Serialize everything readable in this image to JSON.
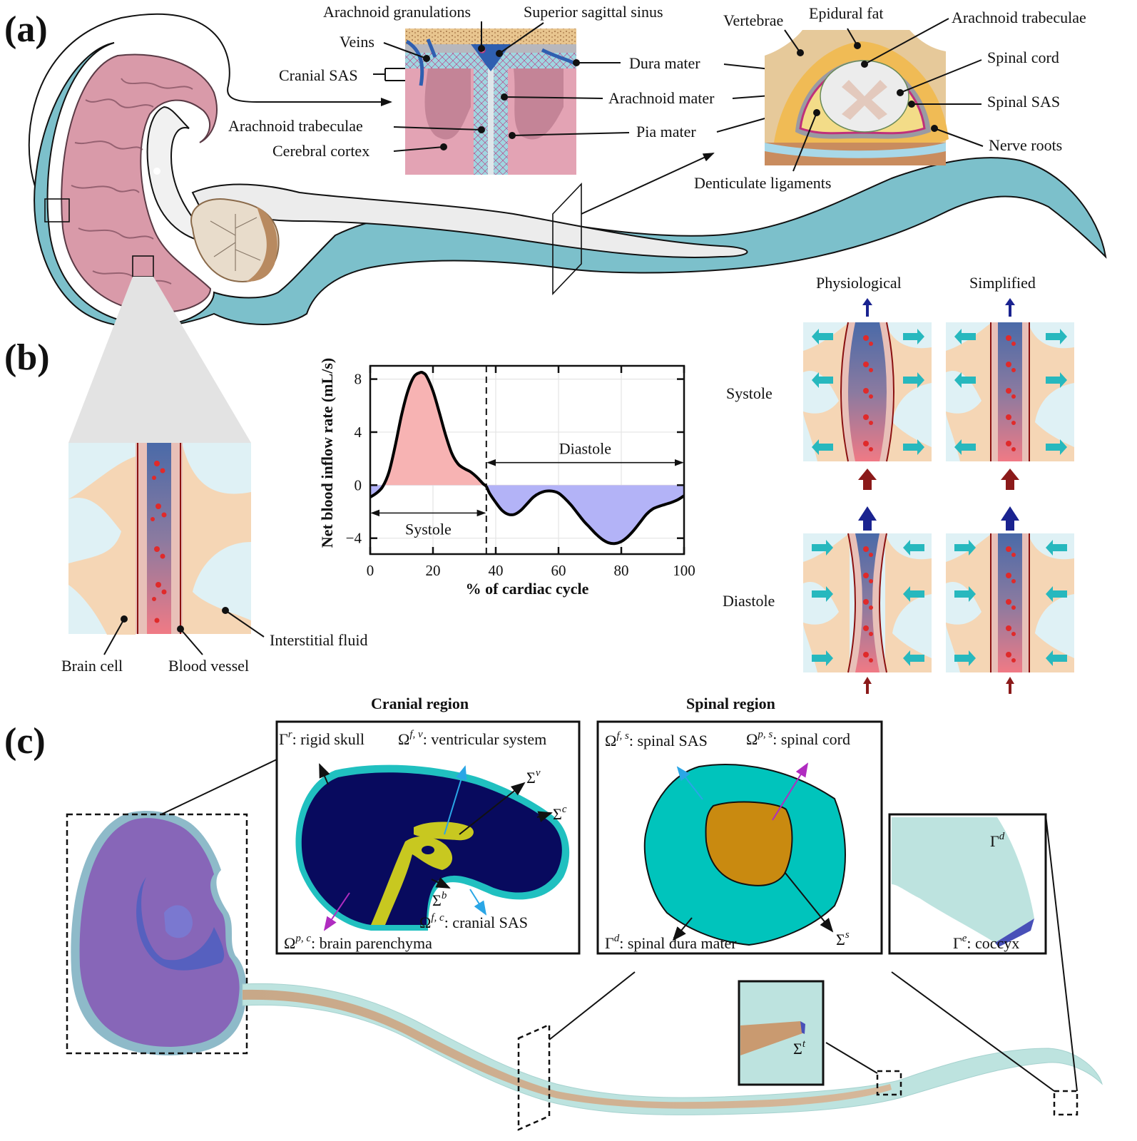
{
  "panels": {
    "a": "(a)",
    "b": "(b)",
    "c": "(c)"
  },
  "panel_a": {
    "cranial_inset_labels": {
      "arachnoid_granulations": "Arachnoid granulations",
      "superior_sagittal_sinus": "Superior sagittal sinus",
      "veins": "Veins",
      "cranial_sas": "Cranial SAS",
      "arachnoid_trabeculae": "Arachnoid trabeculae",
      "cerebral_cortex": "Cerebral cortex",
      "dura_mater": "Dura mater",
      "arachnoid_mater": "Arachnoid mater",
      "pia_mater": "Pia mater"
    },
    "spinal_inset_labels": {
      "vertebrae": "Vertebrae",
      "epidural_fat": "Epidural fat",
      "arachnoid_trabeculae": "Arachnoid trabeculae",
      "spinal_cord": "Spinal cord",
      "spinal_sas": "Spinal SAS",
      "nerve_roots": "Nerve roots",
      "denticulate_ligaments": "Denticulate ligaments"
    }
  },
  "panel_b": {
    "tissue_labels": {
      "brain_cell": "Brain cell",
      "blood_vessel": "Blood vessel",
      "interstitial_fluid": "Interstitial fluid"
    },
    "model_columns": [
      "Physiological",
      "Simplified"
    ],
    "phase_rows": [
      "Systole",
      "Diastole"
    ]
  },
  "panel_c": {
    "cranial": {
      "title": "Cranial region",
      "gamma_r": "Γ",
      "gamma_r_sup": "r",
      "gamma_r_text": ": rigid skull",
      "omega_fv": "Ω",
      "omega_fv_sup": "f, v",
      "omega_fv_text": ": ventricular system",
      "sigma_v": "Σ",
      "sigma_v_sup": "v",
      "sigma_c": "Σ",
      "sigma_c_sup": "c",
      "sigma_b": "Σ",
      "sigma_b_sup": "b",
      "omega_fc": "Ω",
      "omega_fc_sup": "f, c",
      "omega_fc_text": ": cranial SAS",
      "omega_pc": "Ω",
      "omega_pc_sup": "p, c",
      "omega_pc_text": ": brain parenchyma"
    },
    "spinal": {
      "title": "Spinal region",
      "omega_fs": "Ω",
      "omega_fs_sup": "f, s",
      "omega_fs_text": ": spinal SAS",
      "omega_ps": "Ω",
      "omega_ps_sup": "p, s",
      "omega_ps_text": ": spinal cord",
      "gamma_d": "Γ",
      "gamma_d_sup": "d",
      "gamma_d_text": ": spinal dura mater",
      "sigma_s": "Σ",
      "sigma_s_sup": "s"
    },
    "coccyx": {
      "gamma_d": "Γ",
      "gamma_d_sup": "d",
      "gamma_e": "Γ",
      "gamma_e_sup": "e",
      "gamma_e_text": ": coccyx"
    },
    "terminus": {
      "sigma_t": "Σ",
      "sigma_t_sup": "t"
    }
  },
  "colors": {
    "csf_teal": "#7cc0cb",
    "brain_pink": "#d99aa9",
    "inflow_positive": "#f7b3b3",
    "inflow_negative": "#b3b3f7",
    "cranial_parenchyma": "#080a5e",
    "cranial_sas": "#20c0c0",
    "ventricles": "#c8c820",
    "spinal_sas": "#00c4bc",
    "spinal_cord": "#c98a10",
    "arrow_cyan": "#27b8be",
    "arrow_blue": "#1a2390",
    "arrow_red": "#8b1a1a",
    "pointer_blue": "#2aa6e6",
    "pointer_magenta": "#b02cc0"
  },
  "chart_data": {
    "type": "area",
    "title": "",
    "xlabel": "% of cardiac cycle",
    "ylabel": "Net blood inflow rate (mL/s)",
    "xlim": [
      0,
      100
    ],
    "ylim": [
      -5.2,
      9.0
    ],
    "xticks": [
      0,
      20,
      40,
      60,
      80,
      100
    ],
    "yticks": [
      -4,
      0,
      4,
      8
    ],
    "ytick_labels": [
      "−4",
      "0",
      "4",
      "8"
    ],
    "grid": true,
    "series": [
      {
        "name": "Net blood inflow rate",
        "x": [
          0,
          2,
          4,
          6,
          8,
          10,
          12,
          14,
          16,
          17,
          18,
          20,
          22,
          24,
          26,
          28,
          30,
          32,
          34,
          36,
          37,
          38,
          40,
          42,
          44,
          46,
          48,
          50,
          52,
          54,
          56,
          58,
          60,
          62,
          64,
          66,
          68,
          70,
          72,
          74,
          76,
          78,
          80,
          82,
          84,
          86,
          88,
          90,
          92,
          94,
          96,
          98,
          100
        ],
        "y": [
          -0.9,
          -0.6,
          -0.1,
          1.0,
          3.0,
          5.3,
          7.1,
          8.2,
          8.5,
          8.45,
          8.2,
          7.1,
          5.5,
          3.8,
          2.4,
          1.6,
          1.25,
          1.0,
          0.6,
          0.1,
          -0.1,
          -0.6,
          -1.3,
          -1.9,
          -2.2,
          -2.2,
          -1.9,
          -1.4,
          -0.9,
          -0.6,
          -0.45,
          -0.45,
          -0.6,
          -1.0,
          -1.5,
          -2.1,
          -2.7,
          -3.2,
          -3.7,
          -4.1,
          -4.35,
          -4.4,
          -4.25,
          -3.9,
          -3.4,
          -2.8,
          -2.2,
          -1.8,
          -1.6,
          -1.45,
          -1.3,
          -1.1,
          -0.8
        ]
      }
    ],
    "fills": [
      {
        "name": "positive-inflow",
        "sign": "positive",
        "color": "#f7b3b3"
      },
      {
        "name": "negative-inflow",
        "sign": "negative",
        "color": "#b3b3f7"
      }
    ],
    "phase_divider_x": 37,
    "annotations": [
      {
        "text": "Systole",
        "x_range": [
          0,
          37
        ],
        "y": -2.1
      },
      {
        "text": "Diastole",
        "x_range": [
          37,
          100
        ],
        "y": 1.7
      }
    ]
  }
}
